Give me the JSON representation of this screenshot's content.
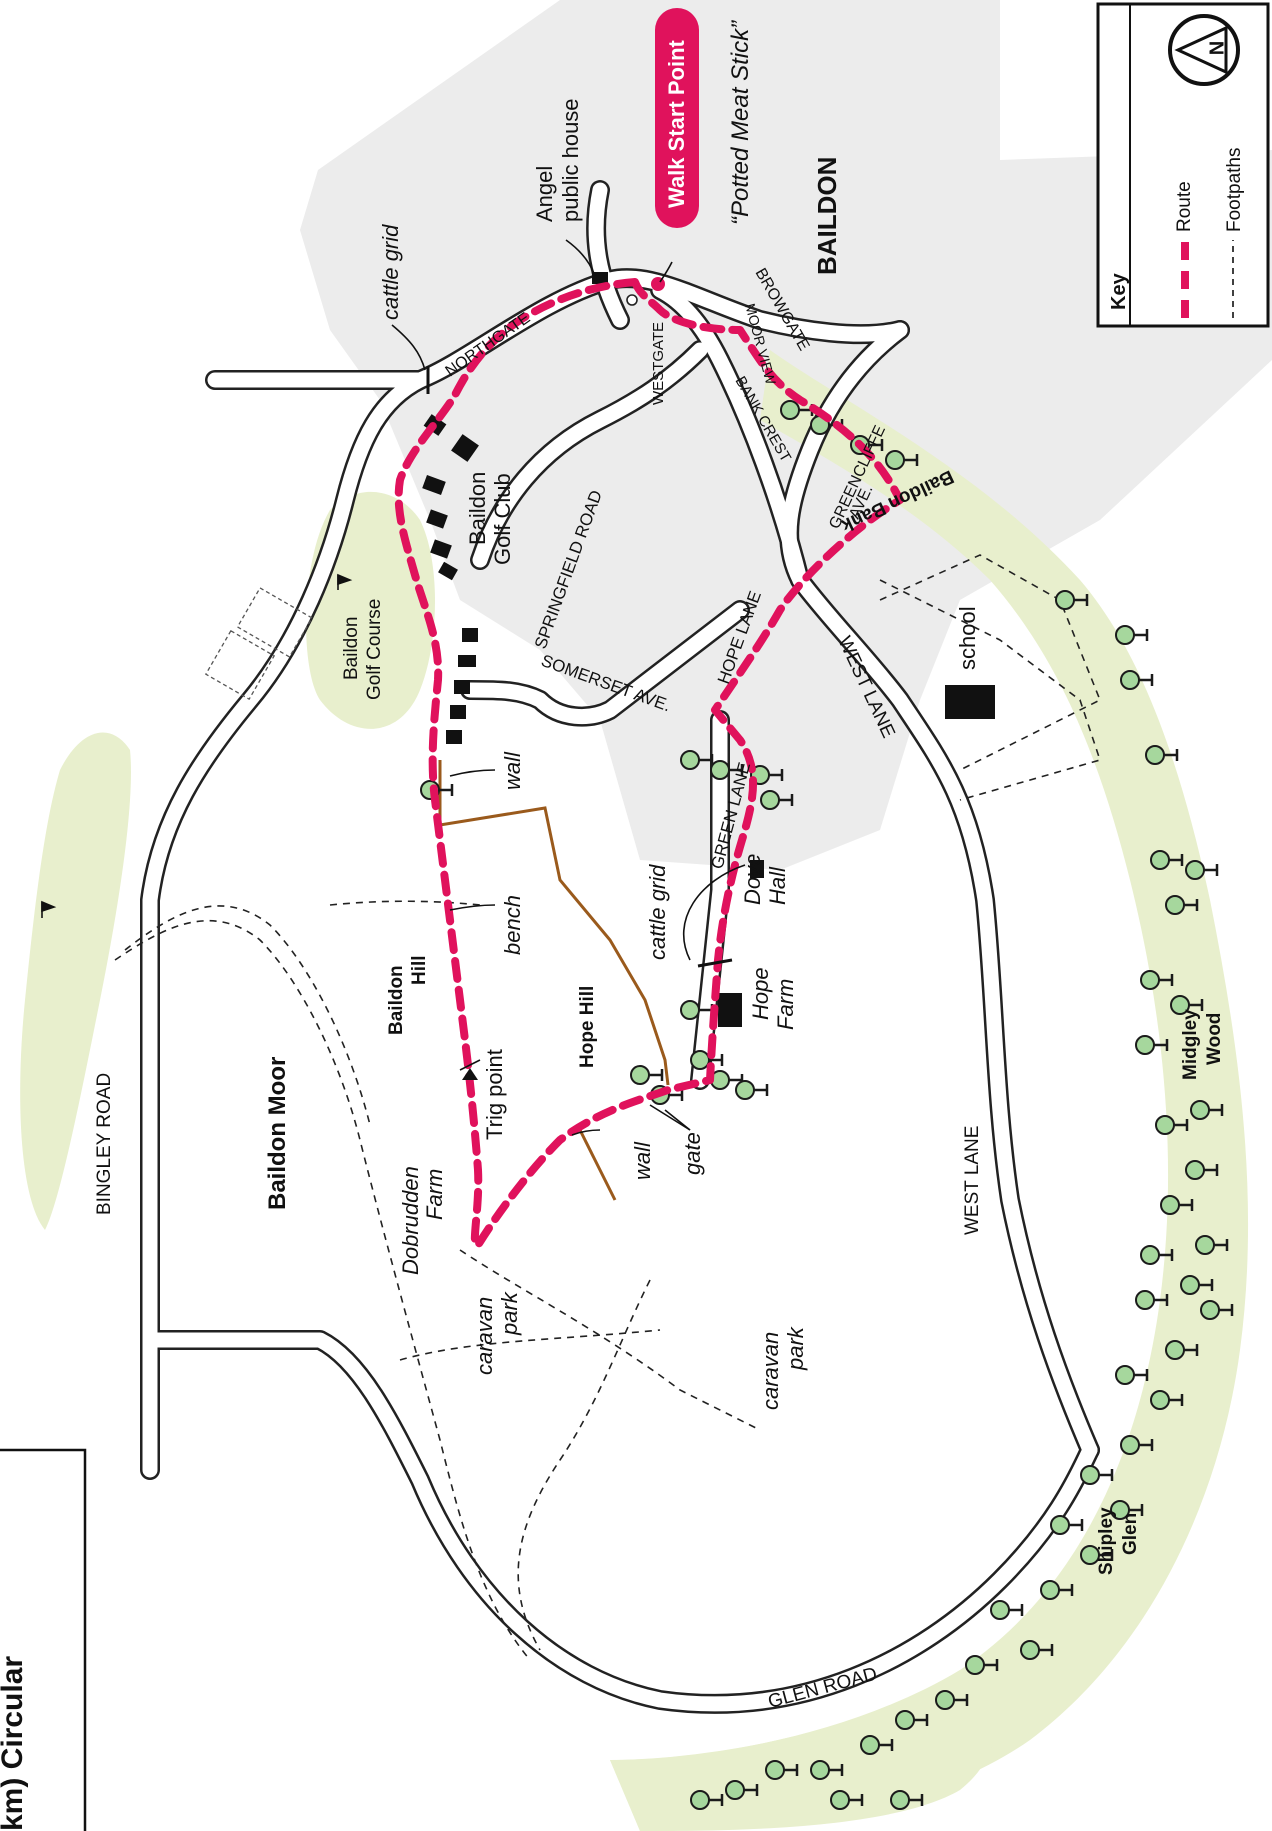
{
  "title_fragment": "km) Circular",
  "place_town": "BAILDON",
  "start": {
    "label": "Walk Start Point",
    "pub_name": "“Potted Meat Stick”",
    "color": "#e0125c"
  },
  "key": {
    "title": "Key",
    "route_label": "Route",
    "footpaths_label": "Footpaths",
    "north_letter": "N"
  },
  "roads": {
    "northgate": "NORTHGATE",
    "browgate": "BROWGATE",
    "westgate": "WESTGATE",
    "springfield": "SPRINGFIELD ROAD",
    "bank_crest": "BANK CREST",
    "moorview": "MOOR VIEW",
    "greencliffe": "GREENCLIFFE",
    "greencliffe2": "AVE.",
    "hope_lane": "HOPE LANE",
    "somerset": "SOMERSET AVE.",
    "west_lane": "WEST LANE",
    "green_lane": "GREEN LANE",
    "bingley": "BINGLEY ROAD",
    "glen": "GLEN ROAD"
  },
  "places": {
    "baildon_moor": "Baildon Moor",
    "baildon_hill_1": "Baildon",
    "baildon_hill_2": "Hill",
    "hope_hill": "Hope Hill",
    "golf_club_1": "Baildon",
    "golf_club_2": "Golf Club",
    "golf_course_1": "Baildon",
    "golf_course_2": "Golf Course",
    "angel_1": "Angel",
    "angel_2": "public house",
    "baildon_bank": "Baildon Bank",
    "school": "school",
    "midgley_1": "Midgley",
    "midgley_2": "Wood",
    "shipley_1": "Shipley",
    "shipley_2": "Glen",
    "dove_1": "Dove",
    "dove_2": "Hall",
    "hope_farm_1": "Hope",
    "hope_farm_2": "Farm",
    "dobrudden_1": "Dobrudden",
    "dobrudden_2": "Farm",
    "caravan1_1": "caravan",
    "caravan1_2": "park",
    "caravan2_1": "caravan",
    "caravan2_2": "park"
  },
  "features": {
    "cattle_grid_1": "cattle grid",
    "cattle_grid_2": "cattle grid",
    "wall_1": "wall",
    "wall_2": "wall",
    "bench": "bench",
    "trig_point": "Trig point",
    "gate": "gate"
  },
  "colors": {
    "route": "#e0125c",
    "green_area": "#e8efcd",
    "built_area": "#ececec",
    "wall": "#9a5a1c",
    "tree_fill": "#a6d79d"
  }
}
